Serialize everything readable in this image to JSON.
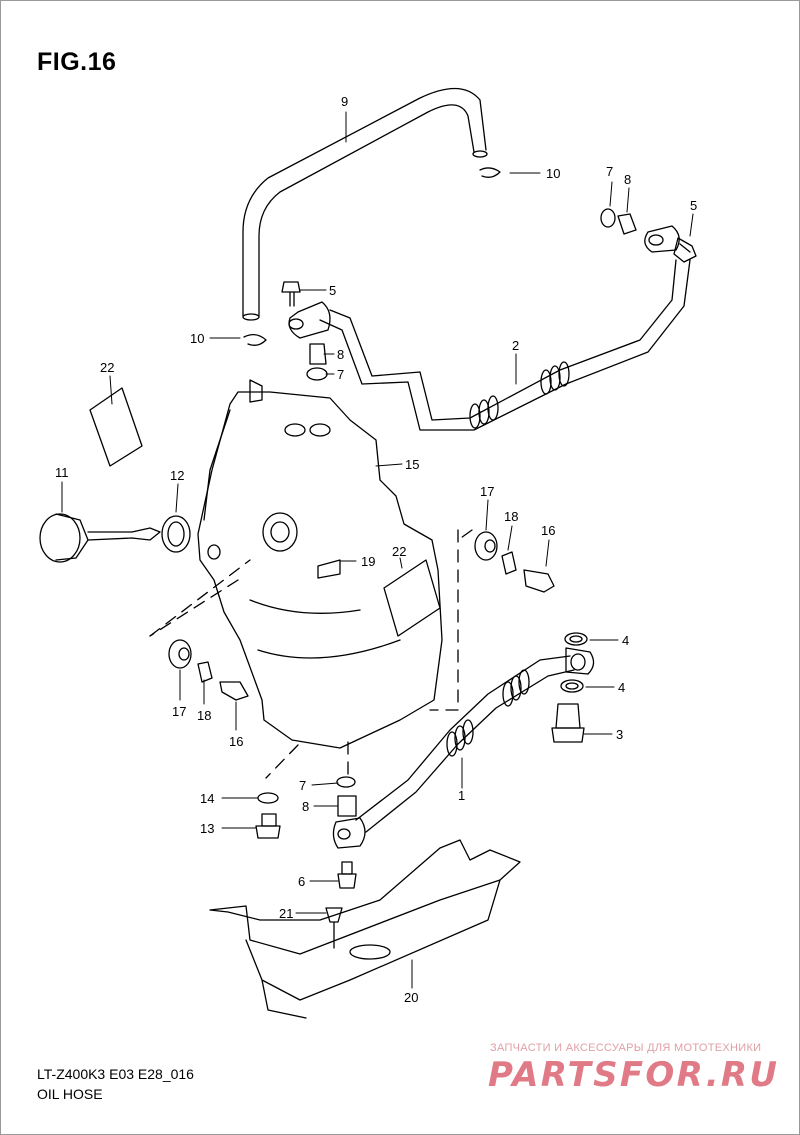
{
  "figure": {
    "title": "FIG.16",
    "model_code": "LT-Z400K3 E03 E28_016",
    "section": "OIL HOSE"
  },
  "callouts": [
    "9",
    "10",
    "7",
    "8",
    "5",
    "5",
    "10",
    "8",
    "7",
    "2",
    "22",
    "15",
    "11",
    "12",
    "17",
    "18",
    "16",
    "22",
    "19",
    "4",
    "4",
    "3",
    "17",
    "18",
    "16",
    "1",
    "7",
    "14",
    "8",
    "13",
    "6",
    "21",
    "20"
  ],
  "watermark": {
    "tagline": "ЗАПЧАСТИ И АКСЕССУАРЫ ДЛЯ МОТОТЕХНИКИ",
    "logo": "PARTSFOR.RU"
  },
  "colors": {
    "line": "#000000",
    "watermark": "#e07a86"
  }
}
